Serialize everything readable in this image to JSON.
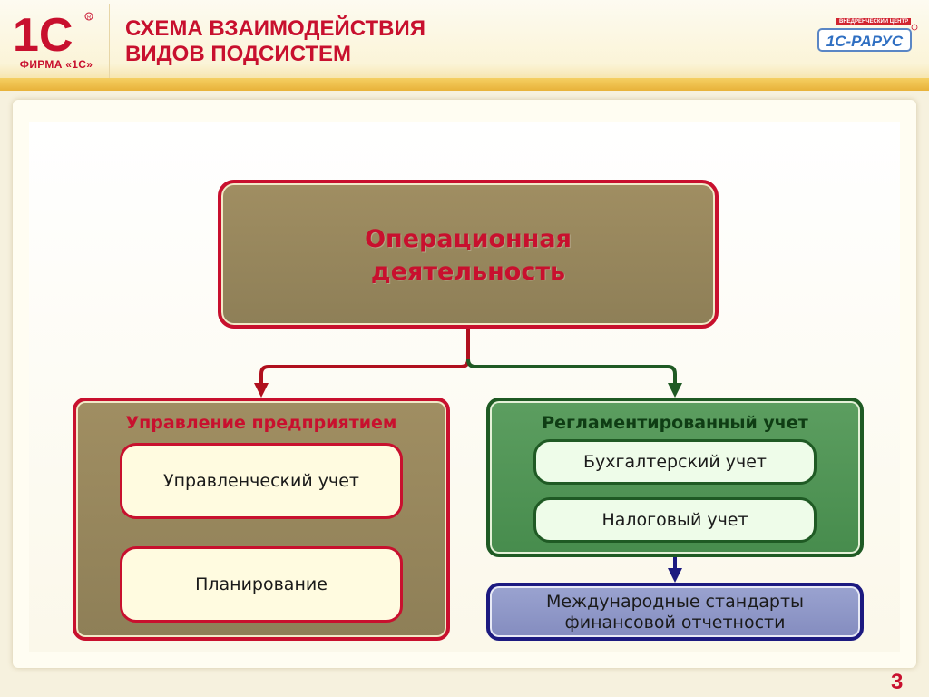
{
  "header": {
    "logo_mark": "1С",
    "logo_caption": "ФИРМА «1С»",
    "title_line1": "СХЕМА ВЗАИМОДЕЙСТВИЯ",
    "title_line2": "ВИДОВ ПОДСИСТЕМ",
    "partner_logo_text": "1С-РАРУС",
    "partner_logo_caption": "ВНЕДРЕНЧЕСКИЙ ЦЕНТР"
  },
  "diagram": {
    "operational": "Операционная\nдеятельность",
    "management": {
      "title": "Управление предприятием",
      "items": [
        "Управленческий учет",
        "Планирование"
      ]
    },
    "regulated": {
      "title": "Регламентированный учет",
      "items": [
        "Бухгалтерский учет",
        "Налоговый учет"
      ]
    },
    "ifrs": "Международные стандарты\nфинансовой отчетности"
  },
  "page_number": "3",
  "colors": {
    "brand_red": "#c8102e",
    "olive": "#958560",
    "green": "#4f944f",
    "dark_green": "#1f5a24",
    "blue": "#1c1a80",
    "gold": "#f0c24e"
  }
}
